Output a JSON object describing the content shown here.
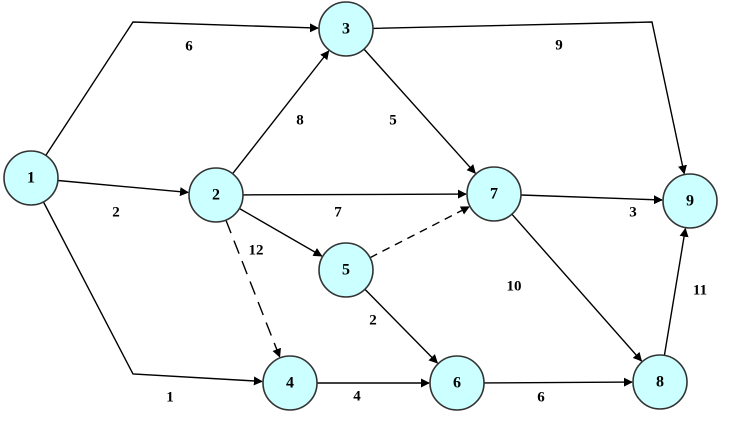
{
  "diagram": {
    "node_fill": "#ccffff",
    "node_stroke": "#333333",
    "edge_color": "#000000",
    "nodes": [
      {
        "id": "1",
        "label": "1"
      },
      {
        "id": "2",
        "label": "2"
      },
      {
        "id": "3",
        "label": "3"
      },
      {
        "id": "4",
        "label": "4"
      },
      {
        "id": "5",
        "label": "5"
      },
      {
        "id": "6",
        "label": "6"
      },
      {
        "id": "7",
        "label": "7"
      },
      {
        "id": "8",
        "label": "8"
      },
      {
        "id": "9",
        "label": "9"
      }
    ],
    "edges": [
      {
        "from": "1",
        "to": "3",
        "weight": "6",
        "style": "solid"
      },
      {
        "from": "1",
        "to": "2",
        "weight": "2",
        "style": "solid"
      },
      {
        "from": "1",
        "to": "4",
        "weight": "1",
        "style": "solid"
      },
      {
        "from": "2",
        "to": "3",
        "weight": "8",
        "style": "solid"
      },
      {
        "from": "2",
        "to": "7",
        "weight": "7",
        "style": "solid"
      },
      {
        "from": "2",
        "to": "5",
        "weight": "12",
        "style": "solid"
      },
      {
        "from": "2",
        "to": "4",
        "weight": "",
        "style": "long-dashed"
      },
      {
        "from": "3",
        "to": "7",
        "weight": "5",
        "style": "solid"
      },
      {
        "from": "3",
        "to": "9",
        "weight": "9",
        "style": "solid"
      },
      {
        "from": "5",
        "to": "7",
        "weight": "",
        "style": "dashed"
      },
      {
        "from": "5",
        "to": "6",
        "weight": "2",
        "style": "solid"
      },
      {
        "from": "4",
        "to": "6",
        "weight": "4",
        "style": "solid"
      },
      {
        "from": "6",
        "to": "8",
        "weight": "6",
        "style": "solid"
      },
      {
        "from": "7",
        "to": "9",
        "weight": "3",
        "style": "solid"
      },
      {
        "from": "7",
        "to": "8",
        "weight": "10",
        "style": "solid"
      },
      {
        "from": "8",
        "to": "9",
        "weight": "11",
        "style": "solid"
      }
    ]
  }
}
